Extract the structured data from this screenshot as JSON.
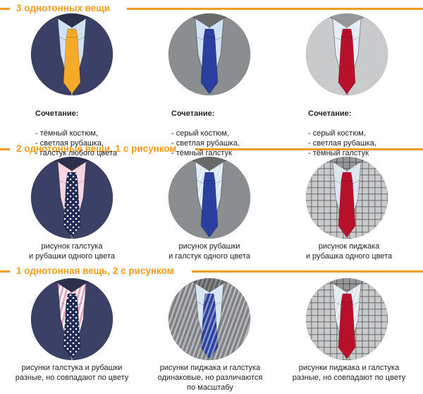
{
  "colors": {
    "accent": "#f29c1f",
    "navy_suit": "#3c4266",
    "grey_suit": "#8a8d90",
    "light_suit": "#c9cbcc",
    "shirt_blue": "#c9def0",
    "shirt_pink": "#f7d7e2",
    "tie_yellow": "#f7a928",
    "tie_blue": "#2d3f9f",
    "tie_red": "#b8102a",
    "tie_navy": "#1f2b55"
  },
  "sections": [
    {
      "title": "3 однотонных вещи",
      "items": [
        {
          "head": "Сочетание:",
          "lines": "- тёмный костюм,\n- светлая рубашка,\n- галстук любого цвета",
          "suit": "#3b4166",
          "shirt": "#cfe1f2",
          "tie": "#f7a928",
          "suit_pattern": "solid",
          "shirt_pattern": "solid",
          "tie_pattern": "solid"
        },
        {
          "head": "Сочетание:",
          "lines": "- серый костюм,\n- светлая рубашка,\n- тёмный галстук",
          "suit": "#8b8e91",
          "shirt": "#cfe1f2",
          "tie": "#2b3f9e",
          "suit_pattern": "solid",
          "shirt_pattern": "solid",
          "tie_pattern": "solid"
        },
        {
          "head": "Сочетание:",
          "lines": "- серый костюм,\n- светлая рубашка,\n- тёмный галстук",
          "suit": "#c8cacb",
          "shirt": "#e6eef5",
          "tie": "#b8102a",
          "suit_pattern": "solid",
          "shirt_pattern": "solid",
          "tie_pattern": "solid"
        }
      ]
    },
    {
      "title": "2 однотонные вещи, 1 с рисунком",
      "items": [
        {
          "text": "рисунок галстука\nи рубашки одного цвета",
          "suit": "#3b4166",
          "shirt": "#f7d6e1",
          "tie": "#1f2b55",
          "suit_pattern": "solid",
          "shirt_pattern": "solid",
          "tie_pattern": "dots"
        },
        {
          "text": "рисунок рубашки\nи галстук одного цвета",
          "suit": "#8b8e91",
          "shirt": "#d9e7f5",
          "tie": "#2b3f9e",
          "suit_pattern": "solid",
          "shirt_pattern": "stripes",
          "tie_pattern": "solid"
        },
        {
          "text": "рисунок пиджака\nи рубашка одного цвета",
          "suit": "#c9cacc",
          "shirt": "#dde6ee",
          "tie": "#b8102a",
          "suit_pattern": "check",
          "shirt_pattern": "solid",
          "tie_pattern": "solid"
        }
      ]
    },
    {
      "title": "1 однотонная вещь, 2 с рисунком",
      "items": [
        {
          "text": "рисунки галстука и рубашки\nразные, но совпадают по цвету",
          "suit": "#3b4166",
          "shirt": "#f7d6e1",
          "tie": "#1f2b55",
          "suit_pattern": "solid",
          "shirt_pattern": "pinkstripes",
          "tie_pattern": "dots"
        },
        {
          "text": "рисунки пиджака и галстука\nодинаковые, но различаются\nпо масштабу",
          "suit": "#7f8285",
          "shirt": "#d9e7f5",
          "tie": "#2b3f9e",
          "suit_pattern": "stripes",
          "shirt_pattern": "solid",
          "tie_pattern": "stripes"
        },
        {
          "text": "рисунки пиджака и галстука\nразные, но совпадают по цвету",
          "suit": "#c9cacc",
          "shirt": "#dfe6ec",
          "tie": "#b8102a",
          "suit_pattern": "check",
          "shirt_pattern": "stripes",
          "tie_pattern": "solid"
        }
      ]
    }
  ]
}
